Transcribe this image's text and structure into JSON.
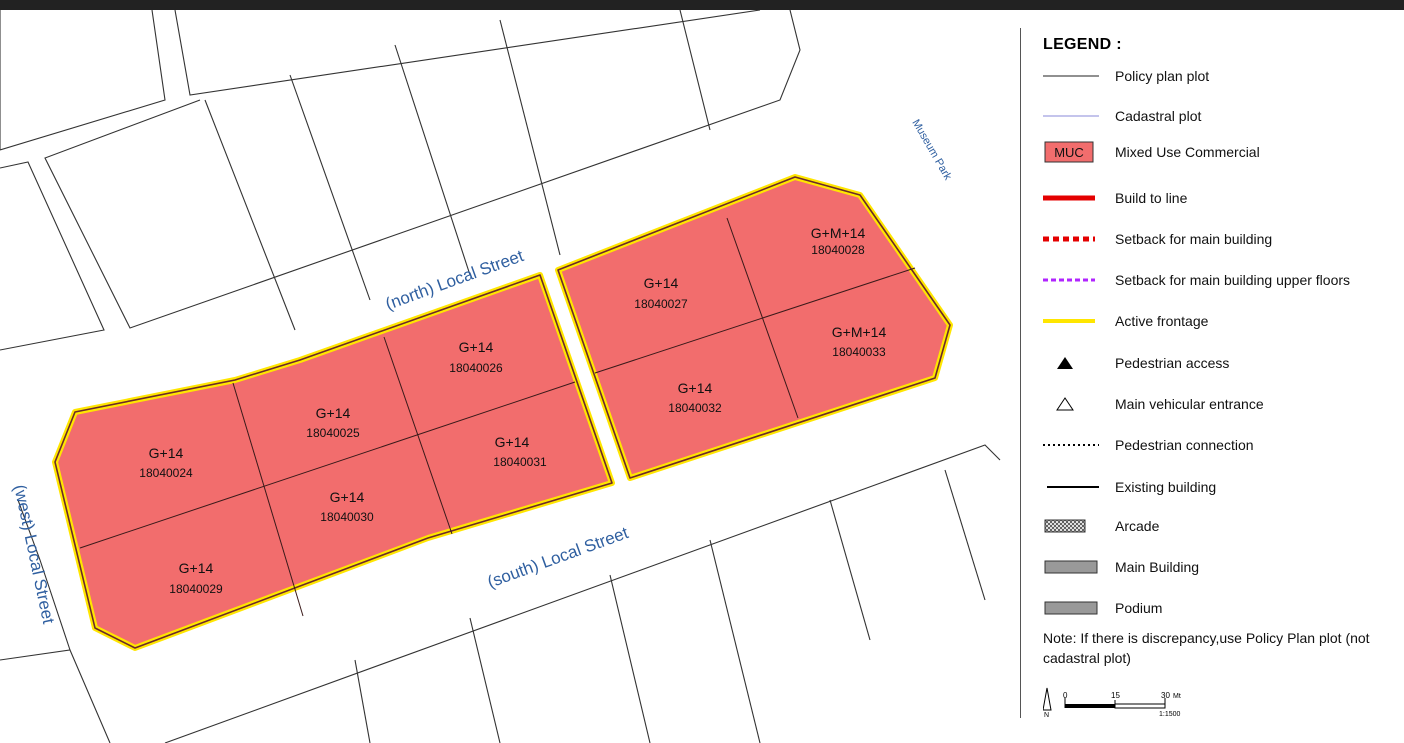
{
  "map": {
    "streets": {
      "north": "(north) Local Street",
      "south": "(south) Local Street",
      "west": "(west) Local Street",
      "park": "Museum Park"
    },
    "plots": [
      {
        "height": "G+14",
        "id": "18040024"
      },
      {
        "height": "G+14",
        "id": "18040025"
      },
      {
        "height": "G+14",
        "id": "18040026"
      },
      {
        "height": "G+14",
        "id": "18040027"
      },
      {
        "height": "G+M+14",
        "id": "18040028"
      },
      {
        "height": "G+14",
        "id": "18040029"
      },
      {
        "height": "G+14",
        "id": "18040030"
      },
      {
        "height": "G+14",
        "id": "18040031"
      },
      {
        "height": "G+14",
        "id": "18040032"
      },
      {
        "height": "G+M+14",
        "id": "18040033"
      }
    ],
    "colors": {
      "muc_fill": "#f26d6d",
      "active_frontage": "#ffe600",
      "street_label": "#2f5fa0",
      "plot_outline": "#6b2a2a"
    }
  },
  "legend": {
    "title": "LEGEND :",
    "items": [
      {
        "label": "Policy plan plot",
        "symbol": "thin-line-icon"
      },
      {
        "label": "Cadastral plot",
        "symbol": "thin-blue-line-icon"
      },
      {
        "label": "Mixed Use Commercial",
        "symbol": "muc-swatch-icon",
        "code": "MUC"
      },
      {
        "label": "Build to line",
        "symbol": "red-line-icon"
      },
      {
        "label": "Setback for main building",
        "symbol": "red-dashed-line-icon"
      },
      {
        "label": "Setback for main building upper floors",
        "symbol": "purple-dashed-line-icon"
      },
      {
        "label": "Active frontage",
        "symbol": "yellow-line-icon"
      },
      {
        "label": "Pedestrian access",
        "symbol": "filled-triangle-icon"
      },
      {
        "label": "Main vehicular entrance",
        "symbol": "outline-triangle-icon"
      },
      {
        "label": "Pedestrian connection",
        "symbol": "dotted-line-icon"
      },
      {
        "label": "Existing building",
        "symbol": "thick-black-line-icon"
      },
      {
        "label": "Arcade",
        "symbol": "crosshatch-swatch-icon"
      },
      {
        "label": "Main Building",
        "symbol": "gray-swatch-icon"
      },
      {
        "label": "Podium",
        "symbol": "gray-swatch-icon"
      }
    ],
    "note": "Note: If there is discrepancy,use Policy Plan plot (not cadastral plot)",
    "scale": {
      "ticks": [
        "0",
        "15",
        "30"
      ],
      "unit": "Mt",
      "ratio": "1:1500",
      "north": "N"
    }
  }
}
